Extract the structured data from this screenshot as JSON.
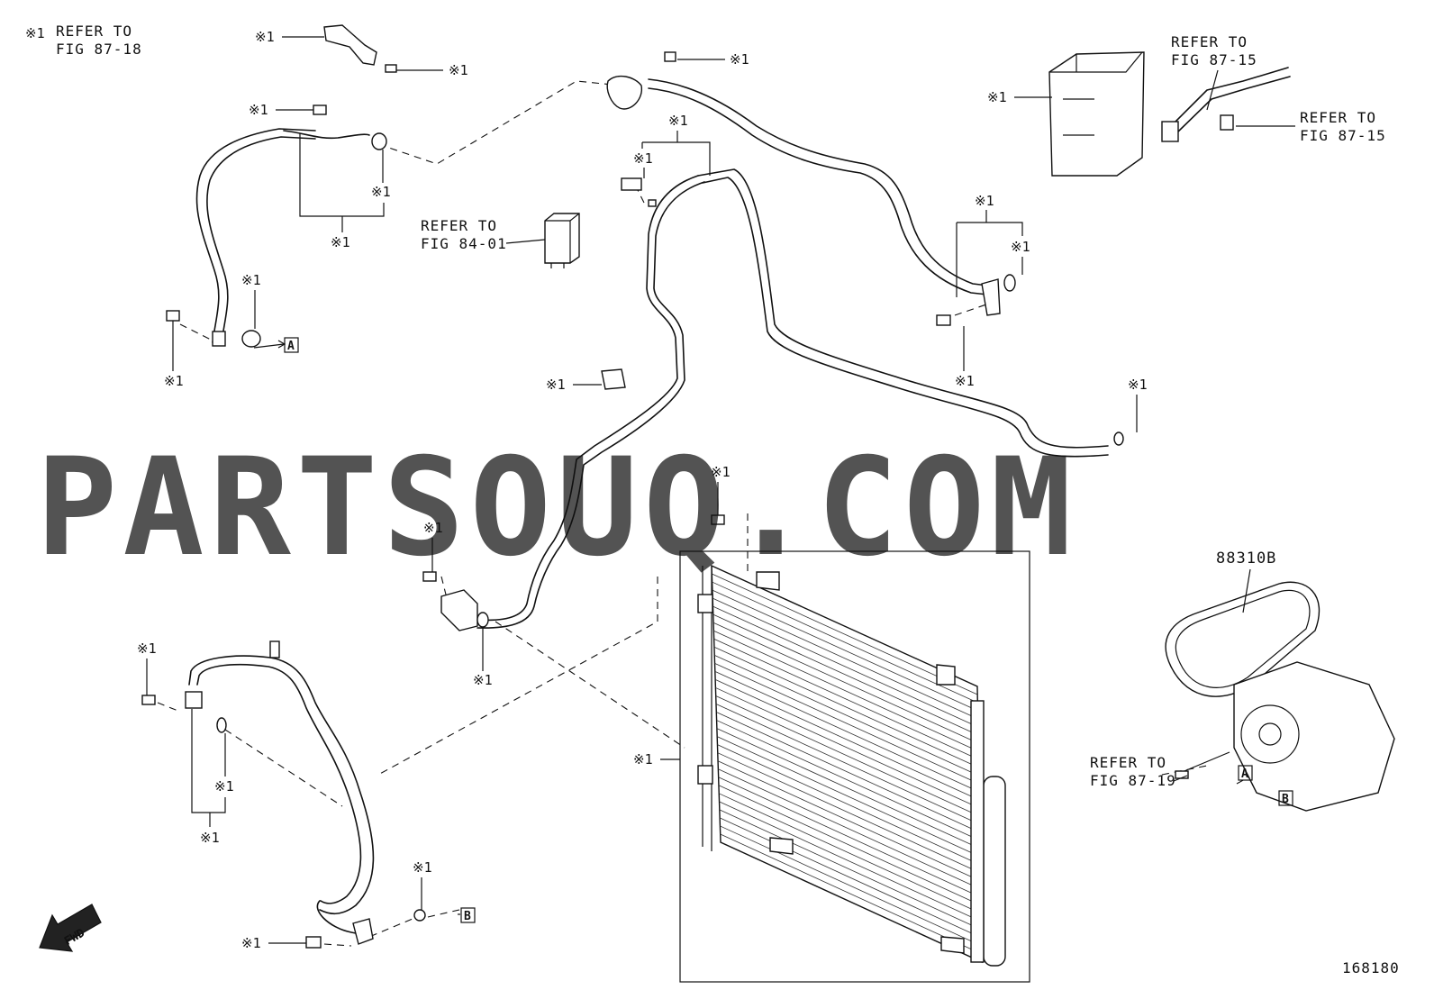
{
  "diagram": {
    "callout_symbol": "※1",
    "notes": {
      "top_left": [
        "REFER TO",
        "FIG 87-18"
      ],
      "relay": [
        "REFER TO",
        "FIG 84-01"
      ],
      "top_right_a": [
        "REFER TO",
        "FIG 87-15"
      ],
      "top_right_b": [
        "REFER TO",
        "FIG 87-15"
      ],
      "compressor": [
        "REFER TO",
        "FIG 87-19"
      ]
    },
    "part_number": "88310B",
    "connectors": {
      "a": "A",
      "b": "B"
    },
    "fwd_label": "FWD",
    "figure_id": "168180",
    "watermark": "PARTSOUQ.COM",
    "colors": {
      "line": "#111111",
      "watermark": "#9c9c9c",
      "background": "#ffffff"
    }
  }
}
